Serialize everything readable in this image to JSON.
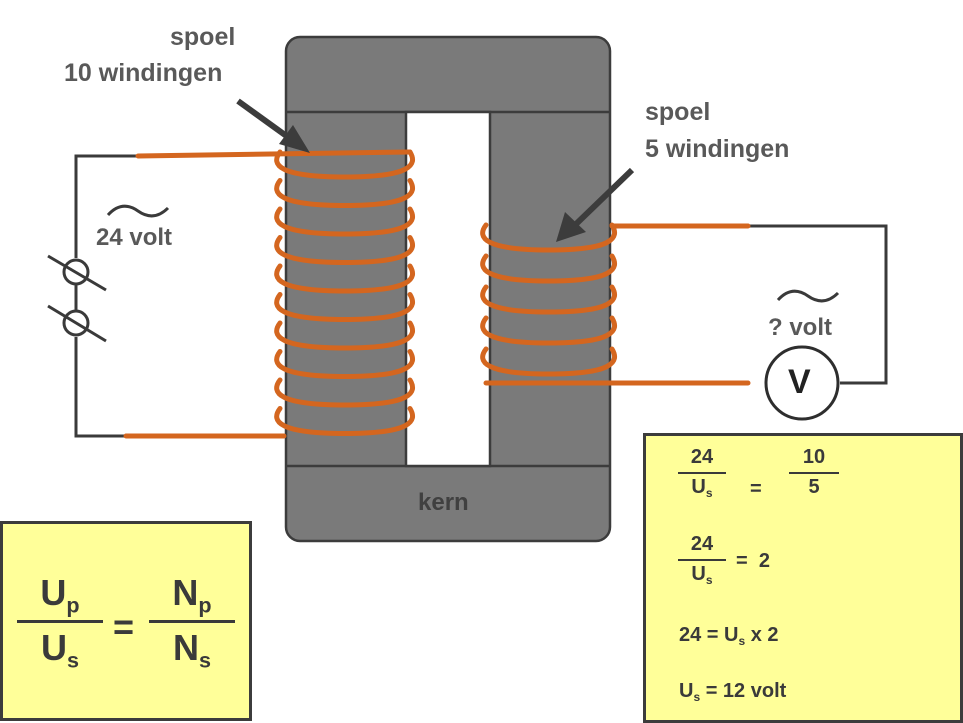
{
  "primary_coil": {
    "line1": "spoel",
    "line2": "10 windingen"
  },
  "secondary_coil": {
    "line1": "spoel",
    "line2": "5 windingen"
  },
  "source": {
    "tilde": "~",
    "label": "24 volt"
  },
  "meter": {
    "tilde": "~",
    "label": "? volt",
    "symbol": "V"
  },
  "core": {
    "label": "kern"
  },
  "formula": {
    "up": "U",
    "up_sub": "p",
    "us": "U",
    "us_sub": "s",
    "np": "N",
    "np_sub": "p",
    "ns": "N",
    "ns_sub": "s",
    "eq": "="
  },
  "solution": {
    "step1": {
      "num": "24",
      "den": "U",
      "den_sub": "s",
      "eq": "=",
      "rnum": "10",
      "rden": "5"
    },
    "step2": {
      "num": "24",
      "den": "U",
      "den_sub": "s",
      "eq": "=",
      "rhs": "2"
    },
    "step3": {
      "lhs": "24 = U",
      "sub": "s",
      "rhs": " x 2"
    },
    "step4": {
      "lhs": "U",
      "sub": "s",
      "rhs": " = 12 volt"
    }
  },
  "colors": {
    "core": "#7a7a7a",
    "coil": "#d4661f",
    "wire": "#3a3a3a",
    "box": "#ffff99",
    "text": "#595959"
  }
}
